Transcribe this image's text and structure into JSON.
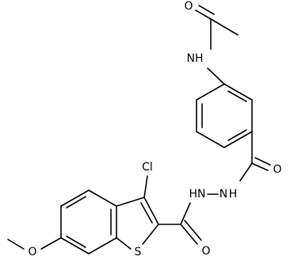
{
  "structure": {
    "kind": "chemical structure diagram",
    "atom_labels": {
      "acetyl_oxygen": "O",
      "amide_nh": "NH",
      "amide_carbonyl_oxygen": "O",
      "hydrazide_nh_1": "HN",
      "hydrazide_nh_2": "N",
      "hydrazide_h": "H",
      "chloro": "Cl",
      "thiophene_sulfur": "S",
      "ester_carbonyl_oxygen": "O",
      "methoxy_oxygen": "O"
    }
  }
}
